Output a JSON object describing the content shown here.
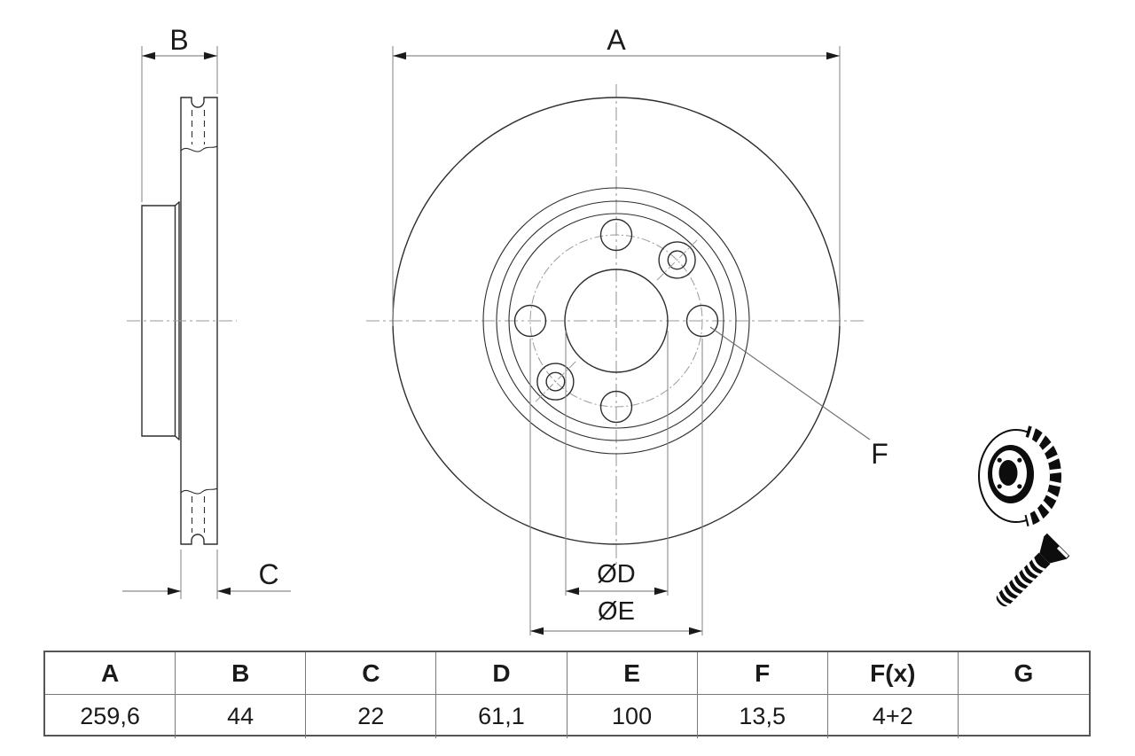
{
  "drawing": {
    "labels": {
      "A": "A",
      "B": "B",
      "C": "C",
      "F": "F",
      "OD": "ØD",
      "OE": "ØE"
    }
  },
  "table": {
    "headers": [
      "A",
      "B",
      "C",
      "D",
      "E",
      "F",
      "F(x)",
      "G"
    ],
    "values": [
      "259,6",
      "44",
      "22",
      "61,1",
      "100",
      "13,5",
      "4+2",
      ""
    ]
  },
  "icons": {
    "disc_3d": "brake-disc-3d-icon",
    "screw": "countersunk-screw-icon"
  },
  "colors": {
    "background": "#ffffff",
    "part_line": "#2e2e2e",
    "dimension_line": "#8c8c8c",
    "center_line": "#9a9a9a",
    "arrow": "#1a1a1a",
    "table_border_outer": "#555555",
    "table_border_inner": "#7a7a7a",
    "text": "#1a1a1a",
    "icon_fill": "#0d0d0d"
  }
}
